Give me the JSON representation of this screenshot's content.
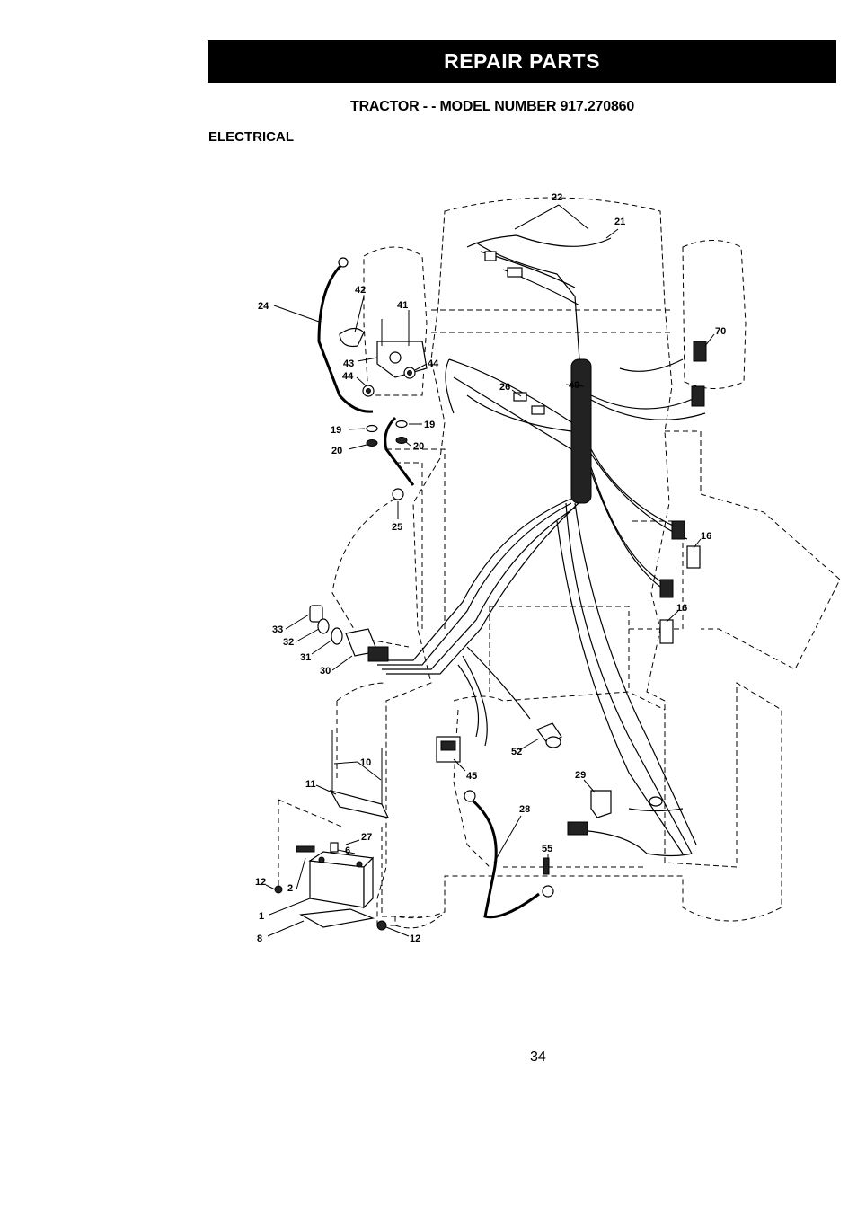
{
  "header": {
    "banner": "REPAIR PARTS",
    "model_title": "TRACTOR - - MODEL NUMBER 917.270860",
    "section": "ELECTRICAL"
  },
  "diagram": {
    "callouts": {
      "c22": "22",
      "c21": "21",
      "c42": "42",
      "c41": "41",
      "c24": "24",
      "c70": "70",
      "c43": "43",
      "c44a": "44",
      "c44b": "44",
      "c40": "40",
      "c26": "26",
      "c19a": "19",
      "c19b": "19",
      "c20a": "20",
      "c20b": "20",
      "c25": "25",
      "c16a": "16",
      "c16b": "16",
      "c33": "33",
      "c32": "32",
      "c31": "31",
      "c30": "30",
      "c10": "10",
      "c11": "11",
      "c52": "52",
      "c45": "45",
      "c29": "29",
      "c28": "28",
      "c27": "27",
      "c6": "6",
      "c55": "55",
      "c12a": "12",
      "c2": "2",
      "c1": "1",
      "c8": "8",
      "c12b": "12"
    }
  },
  "footer": {
    "page_number": "34"
  }
}
